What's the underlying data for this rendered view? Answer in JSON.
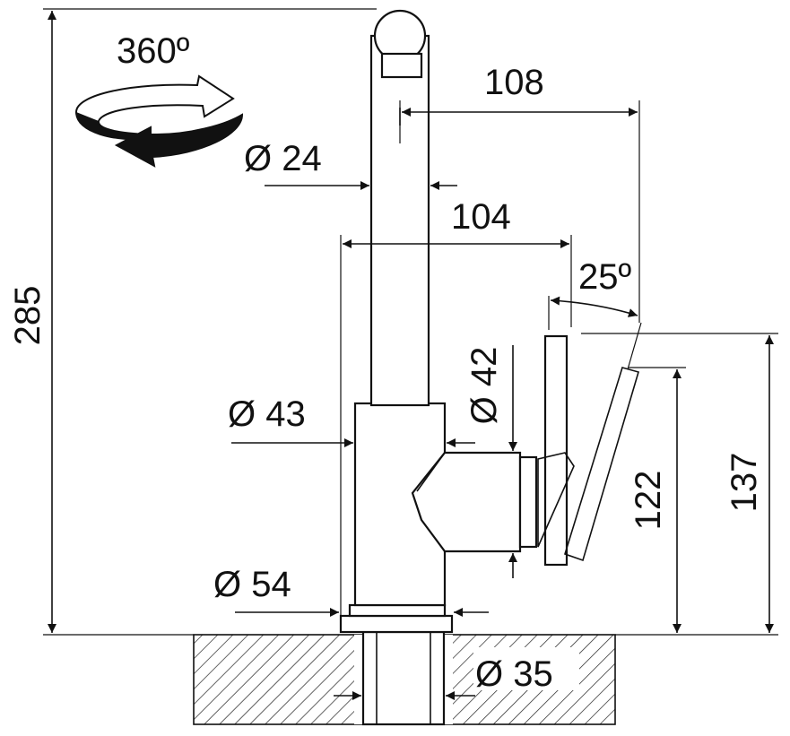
{
  "drawing": {
    "rotation_label": "360º",
    "dims": {
      "spout_reach": "108",
      "spout_diameter": "Ø 24",
      "body_reach": "104",
      "lever_angle": "25º",
      "total_height": "285",
      "lever_diameter": "Ø 42",
      "body_diameter": "Ø 43",
      "lever_height": "122",
      "handle_height": "137",
      "base_diameter": "Ø 54",
      "shank_diameter": "Ø 35"
    }
  }
}
